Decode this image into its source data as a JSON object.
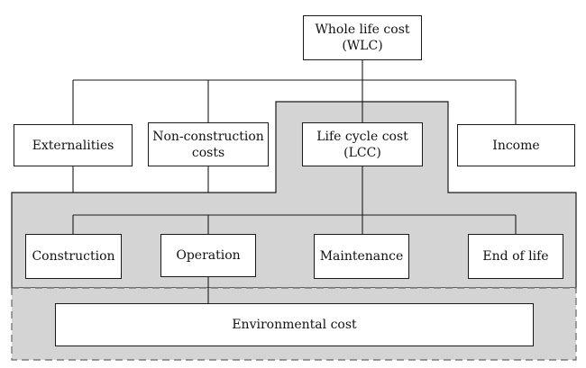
{
  "colors": {
    "region_fill": "#d4d4d4",
    "line": "#1a1a1a",
    "dashed": "#666666"
  },
  "nodes": {
    "wlc": "Whole life cost\n(WLC)",
    "externalities": "Externalities",
    "non_construction": "Non-construction\ncosts",
    "lcc": "Life cycle cost\n(LCC)",
    "income": "Income",
    "construction": "Construction",
    "operation": "Operation",
    "maintenance": "Maintenance",
    "end_of_life": "End of life",
    "environmental": "Environmental cost"
  }
}
